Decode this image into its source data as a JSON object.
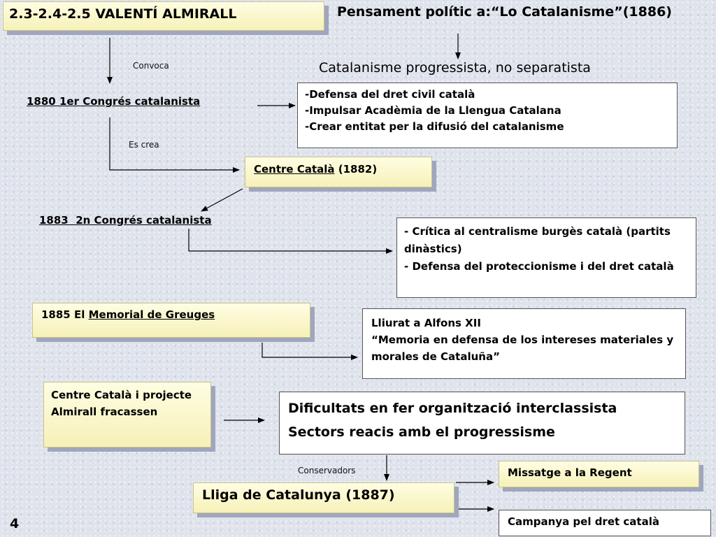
{
  "title": "2.3-2.4-2.5 VALENTÍ ALMIRALL",
  "heading": "Pensament polític a:“Lo Catalanisme”(1886)",
  "subheading": "Catalanisme progressista, no separatista",
  "label_convoca": "Convoca",
  "congres1": "1880 1er Congrés catalanista",
  "congres1_points": [
    "-Defensa del dret civil català",
    "-Impulsar Acadèmia de la Llengua Catalana",
    "-Crear entitat per la difusió del catalanisme"
  ],
  "label_es_crea": "Es crea",
  "centre_catala": {
    "name": "Centre Català",
    "year": "(1882)"
  },
  "congres2": "1883  2n Congrés catalanista",
  "congres2_points": [
    "- Crítica al centralisme burgès català (partits dinàstics)",
    "- Defensa del proteccionisme i del dret català"
  ],
  "memorial": {
    "prefix": "1885 El",
    "name": "Memorial de Greuges"
  },
  "memorial_points": [
    "Lliurat a Alfons XII",
    "“Memoria en defensa de los intereses materiales y morales de Cataluña”"
  ],
  "fracas": "Centre Català i projecte Almirall fracassen",
  "dificultats": [
    "Dificultats en fer organització interclassista",
    "Sectors reacis amb el progressisme"
  ],
  "label_conservadors": "Conservadors",
  "lliga": "Lliga de Catalunya (1887)",
  "missatge": "Missatge a la Regent",
  "campanya": "Campanya pel dret català",
  "slide_number": "4"
}
